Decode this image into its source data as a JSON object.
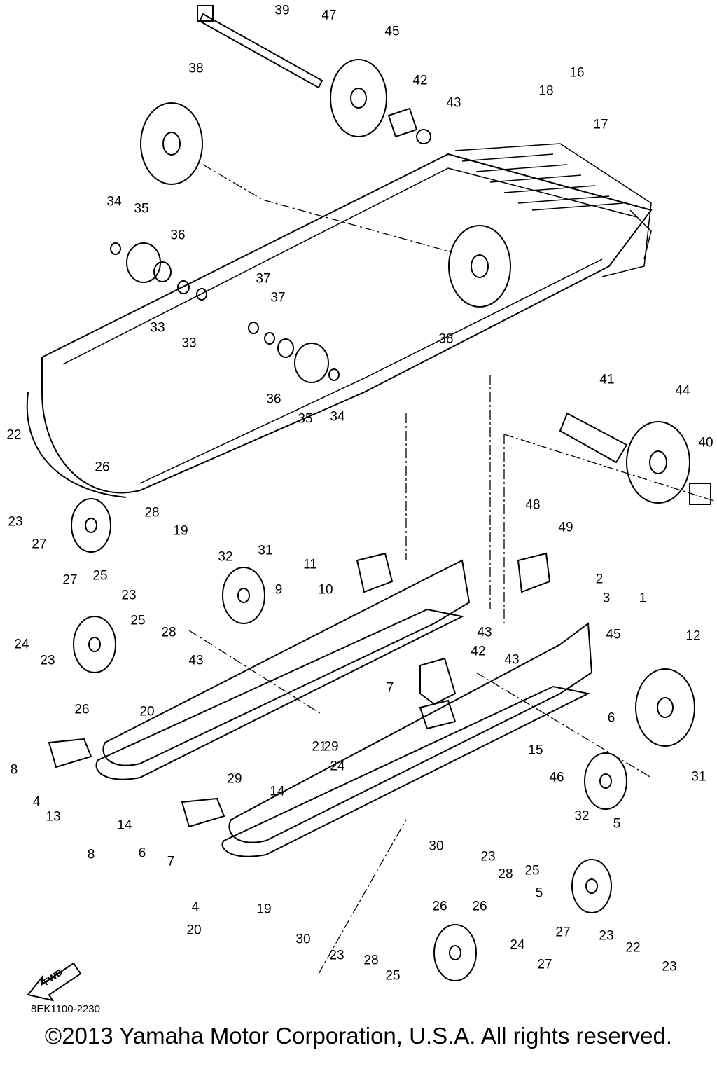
{
  "diagram": {
    "part_code": "8EK1100-2230",
    "copyright": "©2013 Yamaha Motor Corporation, U.S.A. All rights reserved.",
    "fwd_label": "FWD",
    "callouts": [
      "39",
      "47",
      "45",
      "38",
      "42",
      "43",
      "16",
      "18",
      "17",
      "34",
      "35",
      "36",
      "33",
      "37",
      "37",
      "33",
      "38",
      "36",
      "35",
      "34",
      "41",
      "44",
      "40",
      "22",
      "26",
      "23",
      "27",
      "28",
      "19",
      "25",
      "32",
      "31",
      "49",
      "48",
      "11",
      "9",
      "10",
      "2",
      "3",
      "1",
      "27",
      "24",
      "23",
      "26",
      "25",
      "28",
      "23",
      "20",
      "43",
      "43",
      "43",
      "45",
      "12",
      "42",
      "7",
      "6",
      "8",
      "4",
      "13",
      "14",
      "24",
      "29",
      "29",
      "21",
      "14",
      "15",
      "46",
      "31",
      "32",
      "5",
      "8",
      "6",
      "7",
      "4",
      "19",
      "30",
      "23",
      "28",
      "25",
      "5",
      "20",
      "30",
      "23",
      "28",
      "25",
      "26",
      "26",
      "27",
      "23",
      "22",
      "23",
      "24",
      "27"
    ]
  }
}
